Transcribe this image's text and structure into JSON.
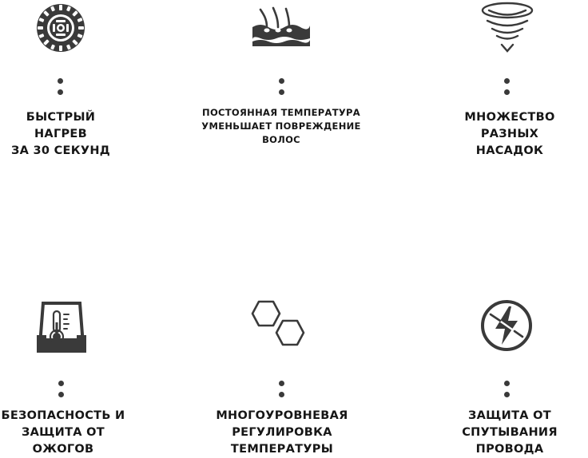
{
  "features": [
    {
      "icon": "heating-coil-icon",
      "label": "Быстрый нагрев\nза 30 секунд"
    },
    {
      "icon": "hair-follicle-icon",
      "label": "Постоянная температура\nуменьшает повреждение\nволос"
    },
    {
      "icon": "vortex-icon",
      "label": "Множество разных\nнасадок"
    },
    {
      "icon": "thermometer-icon",
      "label": "Безопасность и\nзащита от ожогов"
    },
    {
      "icon": "hexagons-icon",
      "label": "Многоуровневая\nрегулировка температуры"
    },
    {
      "icon": "no-tangle-bolt-icon",
      "label": "Защита от\nспутывания провода"
    }
  ],
  "colors": {
    "icon": "#3a3a3a",
    "text": "#161616"
  }
}
